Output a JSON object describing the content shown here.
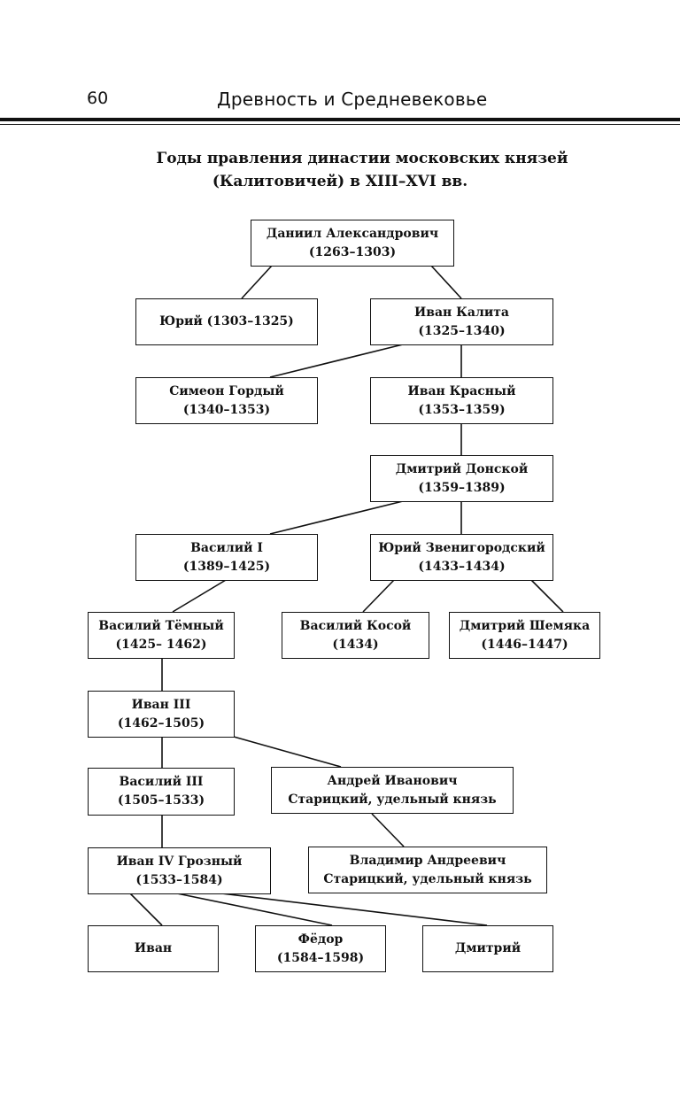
{
  "header": {
    "page_number": "60",
    "running_title": "Древность и Средневековье"
  },
  "diagram": {
    "title_line1": "Годы правления династии московских князей",
    "title_line2": "(Калитовичей) в XIII–XVI вв.",
    "nodes": {
      "daniil": {
        "name": "Даниил Александрович",
        "years": "(1263–1303)"
      },
      "yuri": {
        "name": "Юрий (1303–1325)"
      },
      "ivan_kalita": {
        "name": "Иван Калита",
        "years": "(1325–1340)"
      },
      "simeon": {
        "name": "Симеон Гордый",
        "years": "(1340–1353)"
      },
      "ivan_krasny": {
        "name": "Иван Красный",
        "years": "(1353–1359)"
      },
      "dmitry_donskoy": {
        "name": "Дмитрий Донской",
        "years": "(1359–1389)"
      },
      "vasily_1": {
        "name": "Василий I",
        "years": "(1389–1425)"
      },
      "yuri_zven": {
        "name": "Юрий Звенигородский",
        "years": "(1433–1434)"
      },
      "vasily_temny": {
        "name": "Василий Тёмный",
        "years": "(1425– 1462)"
      },
      "vasily_kosoy": {
        "name": "Василий Косой",
        "years": "(1434)"
      },
      "dmitry_shemyaka": {
        "name": "Дмитрий Шемяка",
        "years": "(1446–1447)"
      },
      "ivan_3": {
        "name": "Иван III",
        "years": "(1462–1505)"
      },
      "vasily_3": {
        "name": "Василий III",
        "years": "(1505–1533)"
      },
      "andrey": {
        "name": "Андрей Иванович",
        "years": "Старицкий, удельный князь"
      },
      "ivan_4": {
        "name": "Иван IV Грозный",
        "years": "(1533–1584)"
      },
      "vladimir": {
        "name": "Владимир Андреевич",
        "years": "Старицкий, удельный князь"
      },
      "ivan_son": {
        "name": "Иван"
      },
      "fedor": {
        "name": "Фёдор",
        "years": "(1584–1598)"
      },
      "dmitry_son": {
        "name": "Дмитрий"
      }
    }
  }
}
